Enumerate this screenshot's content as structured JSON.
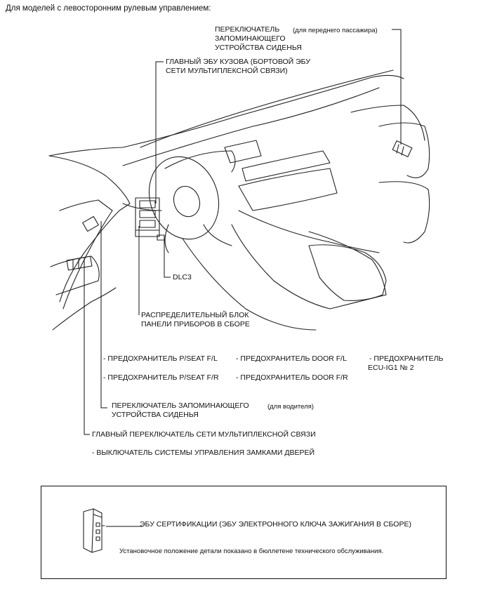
{
  "header": "Для моделей с левосторонним рулевым управлением:",
  "labels": {
    "memory_switch_passenger_line1": "ПЕРЕКЛЮЧАТЕЛЬ",
    "memory_switch_passenger_line2": "ЗАПОМИНАЮЩЕГО",
    "memory_switch_passenger_line3": "УСТРОЙСТВА СИДЕНЬЯ",
    "memory_switch_passenger_note": "(для переднего пассажира)",
    "main_body_ecu_line1": "ГЛАВНЫЙ ЭБУ КУЗОВА (БОРТОВОЙ ЭБУ",
    "main_body_ecu_line2": "СЕТИ МУЛЬТИПЛЕКСНОЙ СВЯЗИ)",
    "dlc3": "DLC3",
    "junction_block_line1": "РАСПРЕДЕЛИТЕЛЬНЫЙ БЛОК",
    "junction_block_line2": "ПАНЕЛИ ПРИБОРОВ В СБОРЕ",
    "fuse_pseat_fl": "- ПРЕДОХРАНИТЕЛЬ P/SEAT F/L",
    "fuse_door_fl": "- ПРЕДОХРАНИТЕЛЬ DOOR F/L",
    "fuse_ecu_ig1_line1": "- ПРЕДОХРАНИТЕЛЬ",
    "fuse_ecu_ig1_line2": "ECU-IG1 № 2",
    "fuse_pseat_fr": "- ПРЕДОХРАНИТЕЛЬ P/SEAT F/R",
    "fuse_door_fr": "- ПРЕДОХРАНИТЕЛЬ DOOR F/R",
    "memory_switch_driver_line1": "ПЕРЕКЛЮЧАТЕЛЬ ЗАПОМИНАЮЩЕГО",
    "memory_switch_driver_line2": "УСТРОЙСТВА СИДЕНЬЯ",
    "memory_switch_driver_note": "(для водителя)",
    "multiplex_master_switch": "ГЛАВНЫЙ ПЕРЕКЛЮЧАТЕЛЬ СЕТИ МУЛЬТИПЛЕКСНОЙ СВЯЗИ",
    "door_lock_control_switch": "- ВЫКЛЮЧАТЕЛЬ СИСТЕМЫ УПРАВЛЕНИЯ ЗАМКАМИ ДВЕРЕЙ"
  },
  "box": {
    "certification_ecu": "ЭБУ СЕРТИФИКАЦИИ (ЭБУ ЭЛЕКТРОННОГО КЛЮЧА ЗАЖИГАНИЯ В СБОРЕ)",
    "note": "Установочное положение детали показано в бюллетене технического обслуживания."
  }
}
